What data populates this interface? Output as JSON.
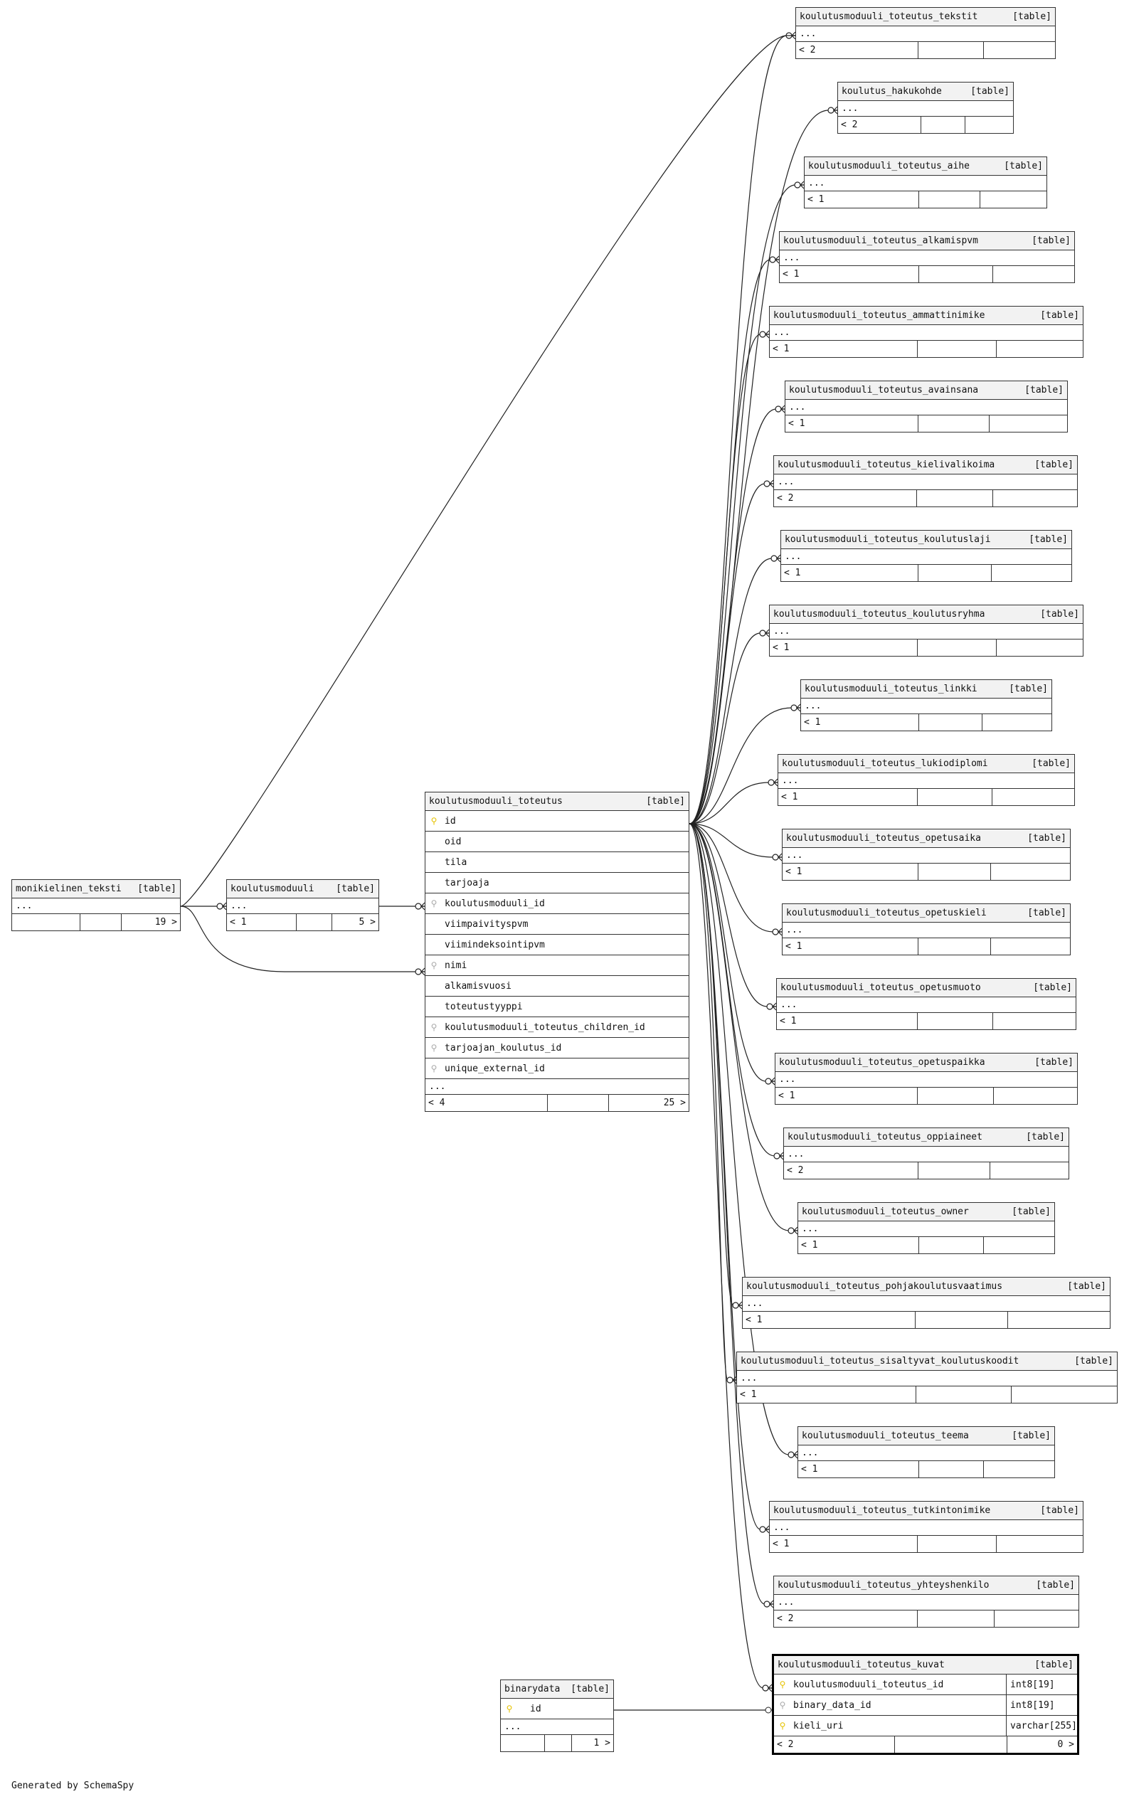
{
  "footer": {
    "generated_by": "Generated by SchemaSpy"
  },
  "tables": {
    "monikielinen_teksti": {
      "name": "monikielinen_teksti",
      "kind": "[table]",
      "ellipsis": "...",
      "parents": "",
      "children": "19 >"
    },
    "koulutusmoduuli": {
      "name": "koulutusmoduuli",
      "kind": "[table]",
      "ellipsis": "...",
      "parents": "< 1",
      "children": "5 >"
    },
    "koulutusmoduuli_toteutus": {
      "name": "koulutusmoduuli_toteutus",
      "kind": "[table]",
      "columns": [
        {
          "name": "id",
          "key": "pk"
        },
        {
          "name": "oid",
          "key": ""
        },
        {
          "name": "tila",
          "key": ""
        },
        {
          "name": "tarjoaja",
          "key": ""
        },
        {
          "name": "koulutusmoduuli_id",
          "key": "fk"
        },
        {
          "name": "viimpaivityspvm",
          "key": ""
        },
        {
          "name": "viimindeksointipvm",
          "key": ""
        },
        {
          "name": "nimi",
          "key": "fk"
        },
        {
          "name": "alkamisvuosi",
          "key": ""
        },
        {
          "name": "toteutustyyppi",
          "key": ""
        },
        {
          "name": "koulutusmoduuli_toteutus_children_id",
          "key": "fk"
        },
        {
          "name": "tarjoajan_koulutus_id",
          "key": "fk"
        },
        {
          "name": "unique_external_id",
          "key": "fk"
        }
      ],
      "ellipsis": "...",
      "parents": "< 4",
      "children": "25 >"
    },
    "binarydata": {
      "name": "binarydata",
      "kind": "[table]",
      "columns": [
        {
          "name": "id",
          "key": "pk"
        }
      ],
      "ellipsis": "...",
      "parents": "",
      "children": "1 >"
    },
    "kuvat": {
      "name": "koulutusmoduuli_toteutus_kuvat",
      "kind": "[table]",
      "columns": [
        {
          "name": "koulutusmoduuli_toteutus_id",
          "key": "pk",
          "type": "int8[19]"
        },
        {
          "name": "binary_data_id",
          "key": "fk",
          "type": "int8[19]"
        },
        {
          "name": "kieli_uri",
          "key": "pk",
          "type": "varchar[255]"
        }
      ],
      "parents": "< 2",
      "children": "0 >"
    },
    "children": [
      {
        "name": "koulutusmoduuli_toteutus_tekstit",
        "kind": "[table]",
        "ellipsis": "...",
        "parents": "< 2"
      },
      {
        "name": "koulutus_hakukohde",
        "kind": "[table]",
        "ellipsis": "...",
        "parents": "< 2"
      },
      {
        "name": "koulutusmoduuli_toteutus_aihe",
        "kind": "[table]",
        "ellipsis": "...",
        "parents": "< 1"
      },
      {
        "name": "koulutusmoduuli_toteutus_alkamispvm",
        "kind": "[table]",
        "ellipsis": "...",
        "parents": "< 1"
      },
      {
        "name": "koulutusmoduuli_toteutus_ammattinimike",
        "kind": "[table]",
        "ellipsis": "...",
        "parents": "< 1"
      },
      {
        "name": "koulutusmoduuli_toteutus_avainsana",
        "kind": "[table]",
        "ellipsis": "...",
        "parents": "< 1"
      },
      {
        "name": "koulutusmoduuli_toteutus_kielivalikoima",
        "kind": "[table]",
        "ellipsis": "...",
        "parents": "< 2"
      },
      {
        "name": "koulutusmoduuli_toteutus_koulutuslaji",
        "kind": "[table]",
        "ellipsis": "...",
        "parents": "< 1"
      },
      {
        "name": "koulutusmoduuli_toteutus_koulutusryhma",
        "kind": "[table]",
        "ellipsis": "...",
        "parents": "< 1"
      },
      {
        "name": "koulutusmoduuli_toteutus_linkki",
        "kind": "[table]",
        "ellipsis": "...",
        "parents": "< 1"
      },
      {
        "name": "koulutusmoduuli_toteutus_lukiodiplomi",
        "kind": "[table]",
        "ellipsis": "...",
        "parents": "< 1"
      },
      {
        "name": "koulutusmoduuli_toteutus_opetusaika",
        "kind": "[table]",
        "ellipsis": "...",
        "parents": "< 1"
      },
      {
        "name": "koulutusmoduuli_toteutus_opetuskieli",
        "kind": "[table]",
        "ellipsis": "...",
        "parents": "< 1"
      },
      {
        "name": "koulutusmoduuli_toteutus_opetusmuoto",
        "kind": "[table]",
        "ellipsis": "...",
        "parents": "< 1"
      },
      {
        "name": "koulutusmoduuli_toteutus_opetuspaikka",
        "kind": "[table]",
        "ellipsis": "...",
        "parents": "< 1"
      },
      {
        "name": "koulutusmoduuli_toteutus_oppiaineet",
        "kind": "[table]",
        "ellipsis": "...",
        "parents": "< 2"
      },
      {
        "name": "koulutusmoduuli_toteutus_owner",
        "kind": "[table]",
        "ellipsis": "...",
        "parents": "< 1"
      },
      {
        "name": "koulutusmoduuli_toteutus_pohjakoulutusvaatimus",
        "kind": "[table]",
        "ellipsis": "...",
        "parents": "< 1"
      },
      {
        "name": "koulutusmoduuli_toteutus_sisaltyvat_koulutuskoodit",
        "kind": "[table]",
        "ellipsis": "...",
        "parents": "< 1"
      },
      {
        "name": "koulutusmoduuli_toteutus_teema",
        "kind": "[table]",
        "ellipsis": "...",
        "parents": "< 1"
      },
      {
        "name": "koulutusmoduuli_toteutus_tutkintonimike",
        "kind": "[table]",
        "ellipsis": "...",
        "parents": "< 1"
      },
      {
        "name": "koulutusmoduuli_toteutus_yhteyshenkilo",
        "kind": "[table]",
        "ellipsis": "...",
        "parents": "< 2"
      }
    ]
  }
}
